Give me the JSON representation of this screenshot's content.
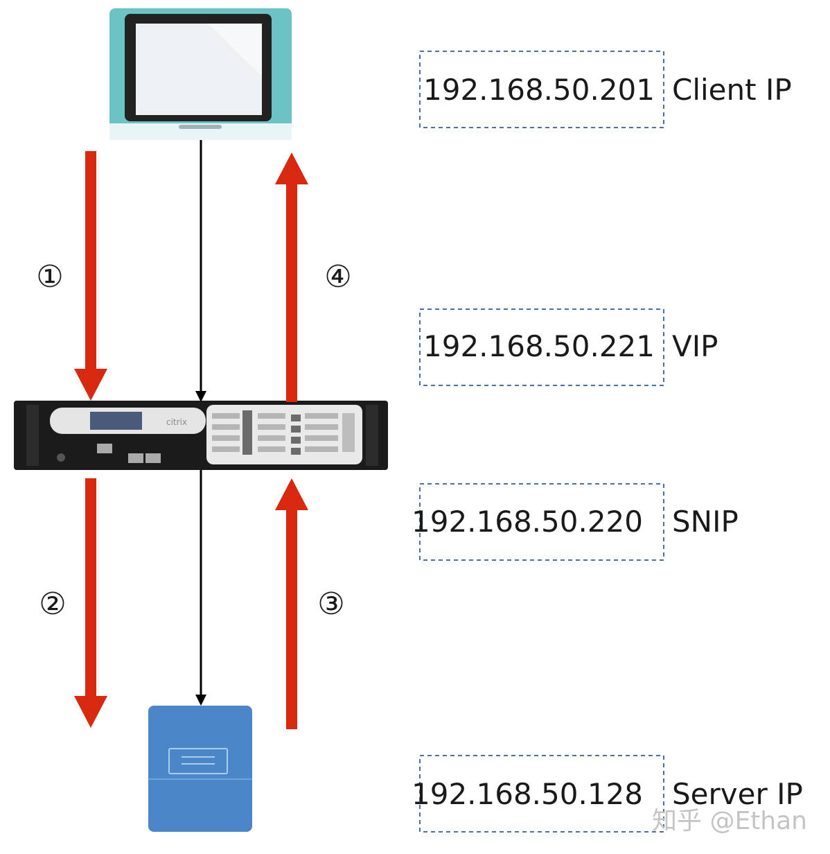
{
  "addresses": [
    {
      "ip": "192.168.50.201",
      "role": "Client IP"
    },
    {
      "ip": "192.168.50.221",
      "role": "VIP"
    },
    {
      "ip": "192.168.50.220",
      "role": "SNIP"
    },
    {
      "ip": "192.168.50.128",
      "role": "Server IP"
    }
  ],
  "steps": [
    "①",
    "②",
    "③",
    "④"
  ],
  "device": {
    "brand": "citrix"
  },
  "watermark": "知乎 @Ethan",
  "colors": {
    "arrow_red": "#d8290f",
    "box_border": "#4a6fa5",
    "laptop_body": "#6bc3c6",
    "server_body": "#4a86c8",
    "appliance_dark": "#1b1b1b"
  }
}
